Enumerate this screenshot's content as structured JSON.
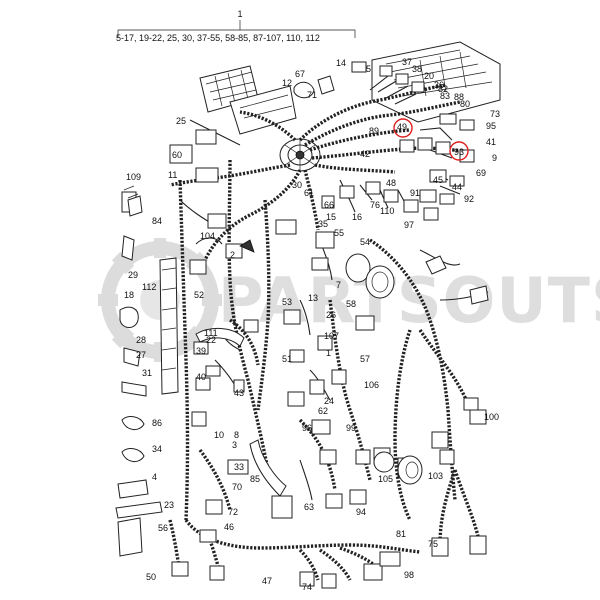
{
  "header": {
    "main_callout": "1",
    "part_range": "5-17, 19-22, 25, 30, 37-55, 58-85, 87-107, 110, 112"
  },
  "watermark": {
    "text": "PARTSOUTS"
  },
  "highlight_color": "#e02020",
  "highlighted_callouts": [
    "49",
    "93"
  ],
  "callouts": [
    "67",
    "71",
    "12",
    "14",
    "5",
    "37",
    "38",
    "20",
    "36",
    "82",
    "83",
    "88",
    "80",
    "73",
    "95",
    "25",
    "89",
    "49",
    "41",
    "93",
    "9",
    "60",
    "42",
    "69",
    "45",
    "44",
    "92",
    "109",
    "11",
    "30",
    "48",
    "91",
    "61",
    "15",
    "76",
    "66",
    "16",
    "110",
    "97",
    "84",
    "104",
    "35",
    "55",
    "54",
    "2",
    "29",
    "112",
    "18",
    "22",
    "39",
    "40",
    "43",
    "8",
    "111",
    "28",
    "27",
    "31",
    "86",
    "34",
    "4",
    "23",
    "56",
    "52",
    "53",
    "51",
    "99",
    "96",
    "13",
    "7",
    "58",
    "107",
    "57",
    "106",
    "62",
    "100",
    "70",
    "72",
    "85",
    "63",
    "94",
    "105",
    "103",
    "81",
    "98",
    "74",
    "75",
    "3",
    "10",
    "1",
    "24",
    "26",
    "33",
    "46",
    "47",
    "50"
  ]
}
